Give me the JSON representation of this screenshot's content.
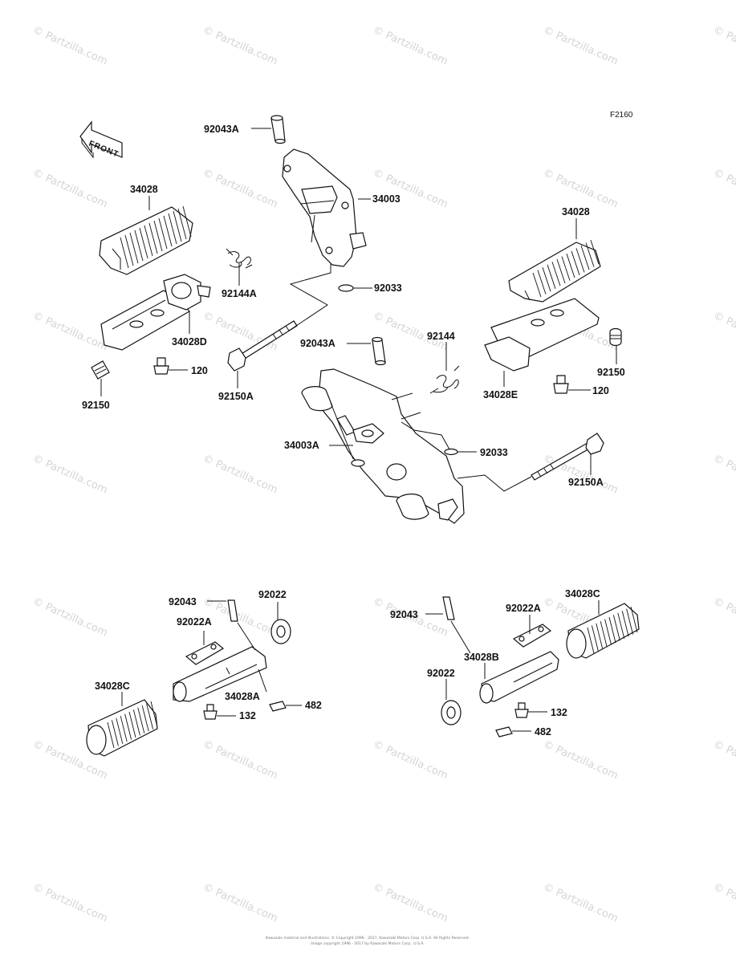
{
  "diagram_code": "F2160",
  "front_indicator": "FRONT",
  "watermark_text": "© Partzilla.com",
  "copyright_lines": [
    "Kawasaki material and Illustrations. © Copyright 1996 - 2017, Kawasaki Motors Corp. U.S.A. All Rights Reserved.",
    "Image copyright 1996 - 2017 by Kawasaki Motors Corp., U.S.A."
  ],
  "callouts": {
    "c_92043A_top": "92043A",
    "c_34003": "34003",
    "c_92033_top": "92033",
    "c_92144A": "92144A",
    "c_34028_left": "34028",
    "c_34028D": "34028D",
    "c_120_left": "120",
    "c_92150_left": "92150",
    "c_92150A_left": "92150A",
    "c_92043A_mid": "92043A",
    "c_92144": "92144",
    "c_34028_right": "34028",
    "c_92150_right": "92150",
    "c_34028E": "34028E",
    "c_120_right": "120",
    "c_34003A": "34003A",
    "c_92033_mid": "92033",
    "c_92150A_right": "92150A",
    "c_92043_bl": "92043",
    "c_92022_bl": "92022",
    "c_92022A_bl": "92022A",
    "c_34028C_bl": "34028C",
    "c_34028A": "34028A",
    "c_482_bl": "482",
    "c_132_bl": "132",
    "c_92043_br": "92043",
    "c_92022A_br": "92022A",
    "c_34028C_br": "34028C",
    "c_34028B": "34028B",
    "c_92022_br": "92022",
    "c_132_br": "132",
    "c_482_br": "482"
  }
}
